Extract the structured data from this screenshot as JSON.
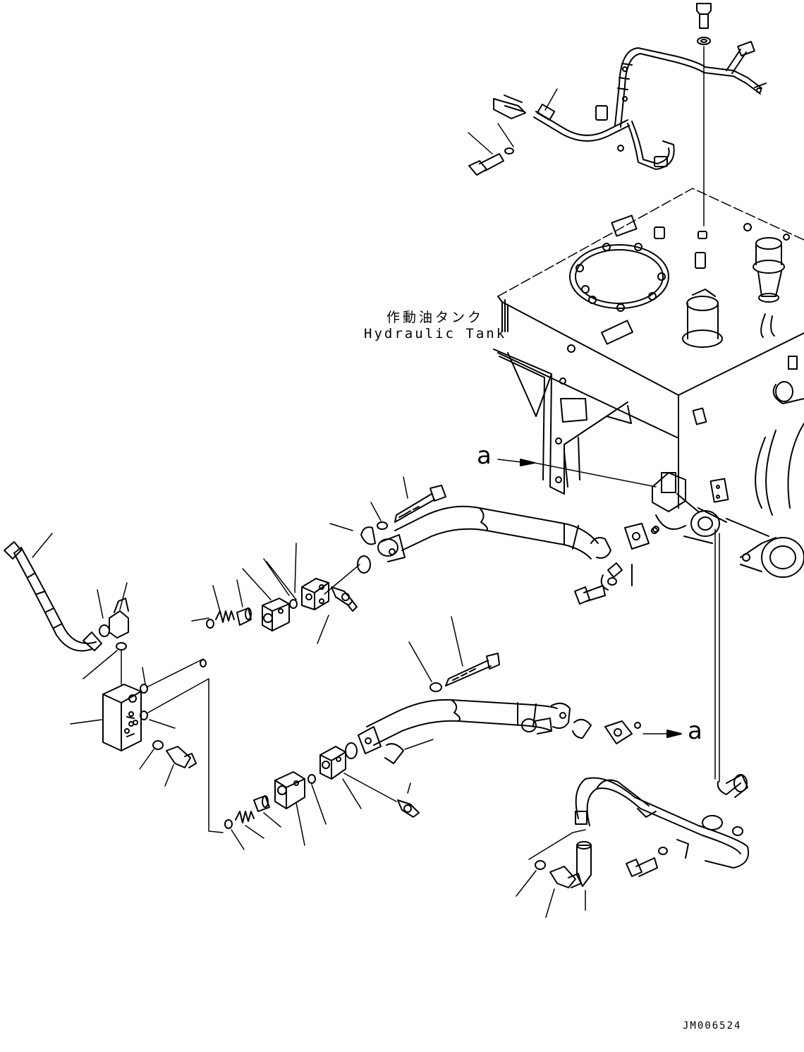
{
  "labels": {
    "tank_jp": "作動油タンク",
    "tank_en": "Hydraulic Tank",
    "ref_a_upper": "a",
    "ref_a_lower": "a",
    "drawing_id": "JM006524"
  },
  "colors": {
    "line": "#000000",
    "background": "#ffffff"
  }
}
